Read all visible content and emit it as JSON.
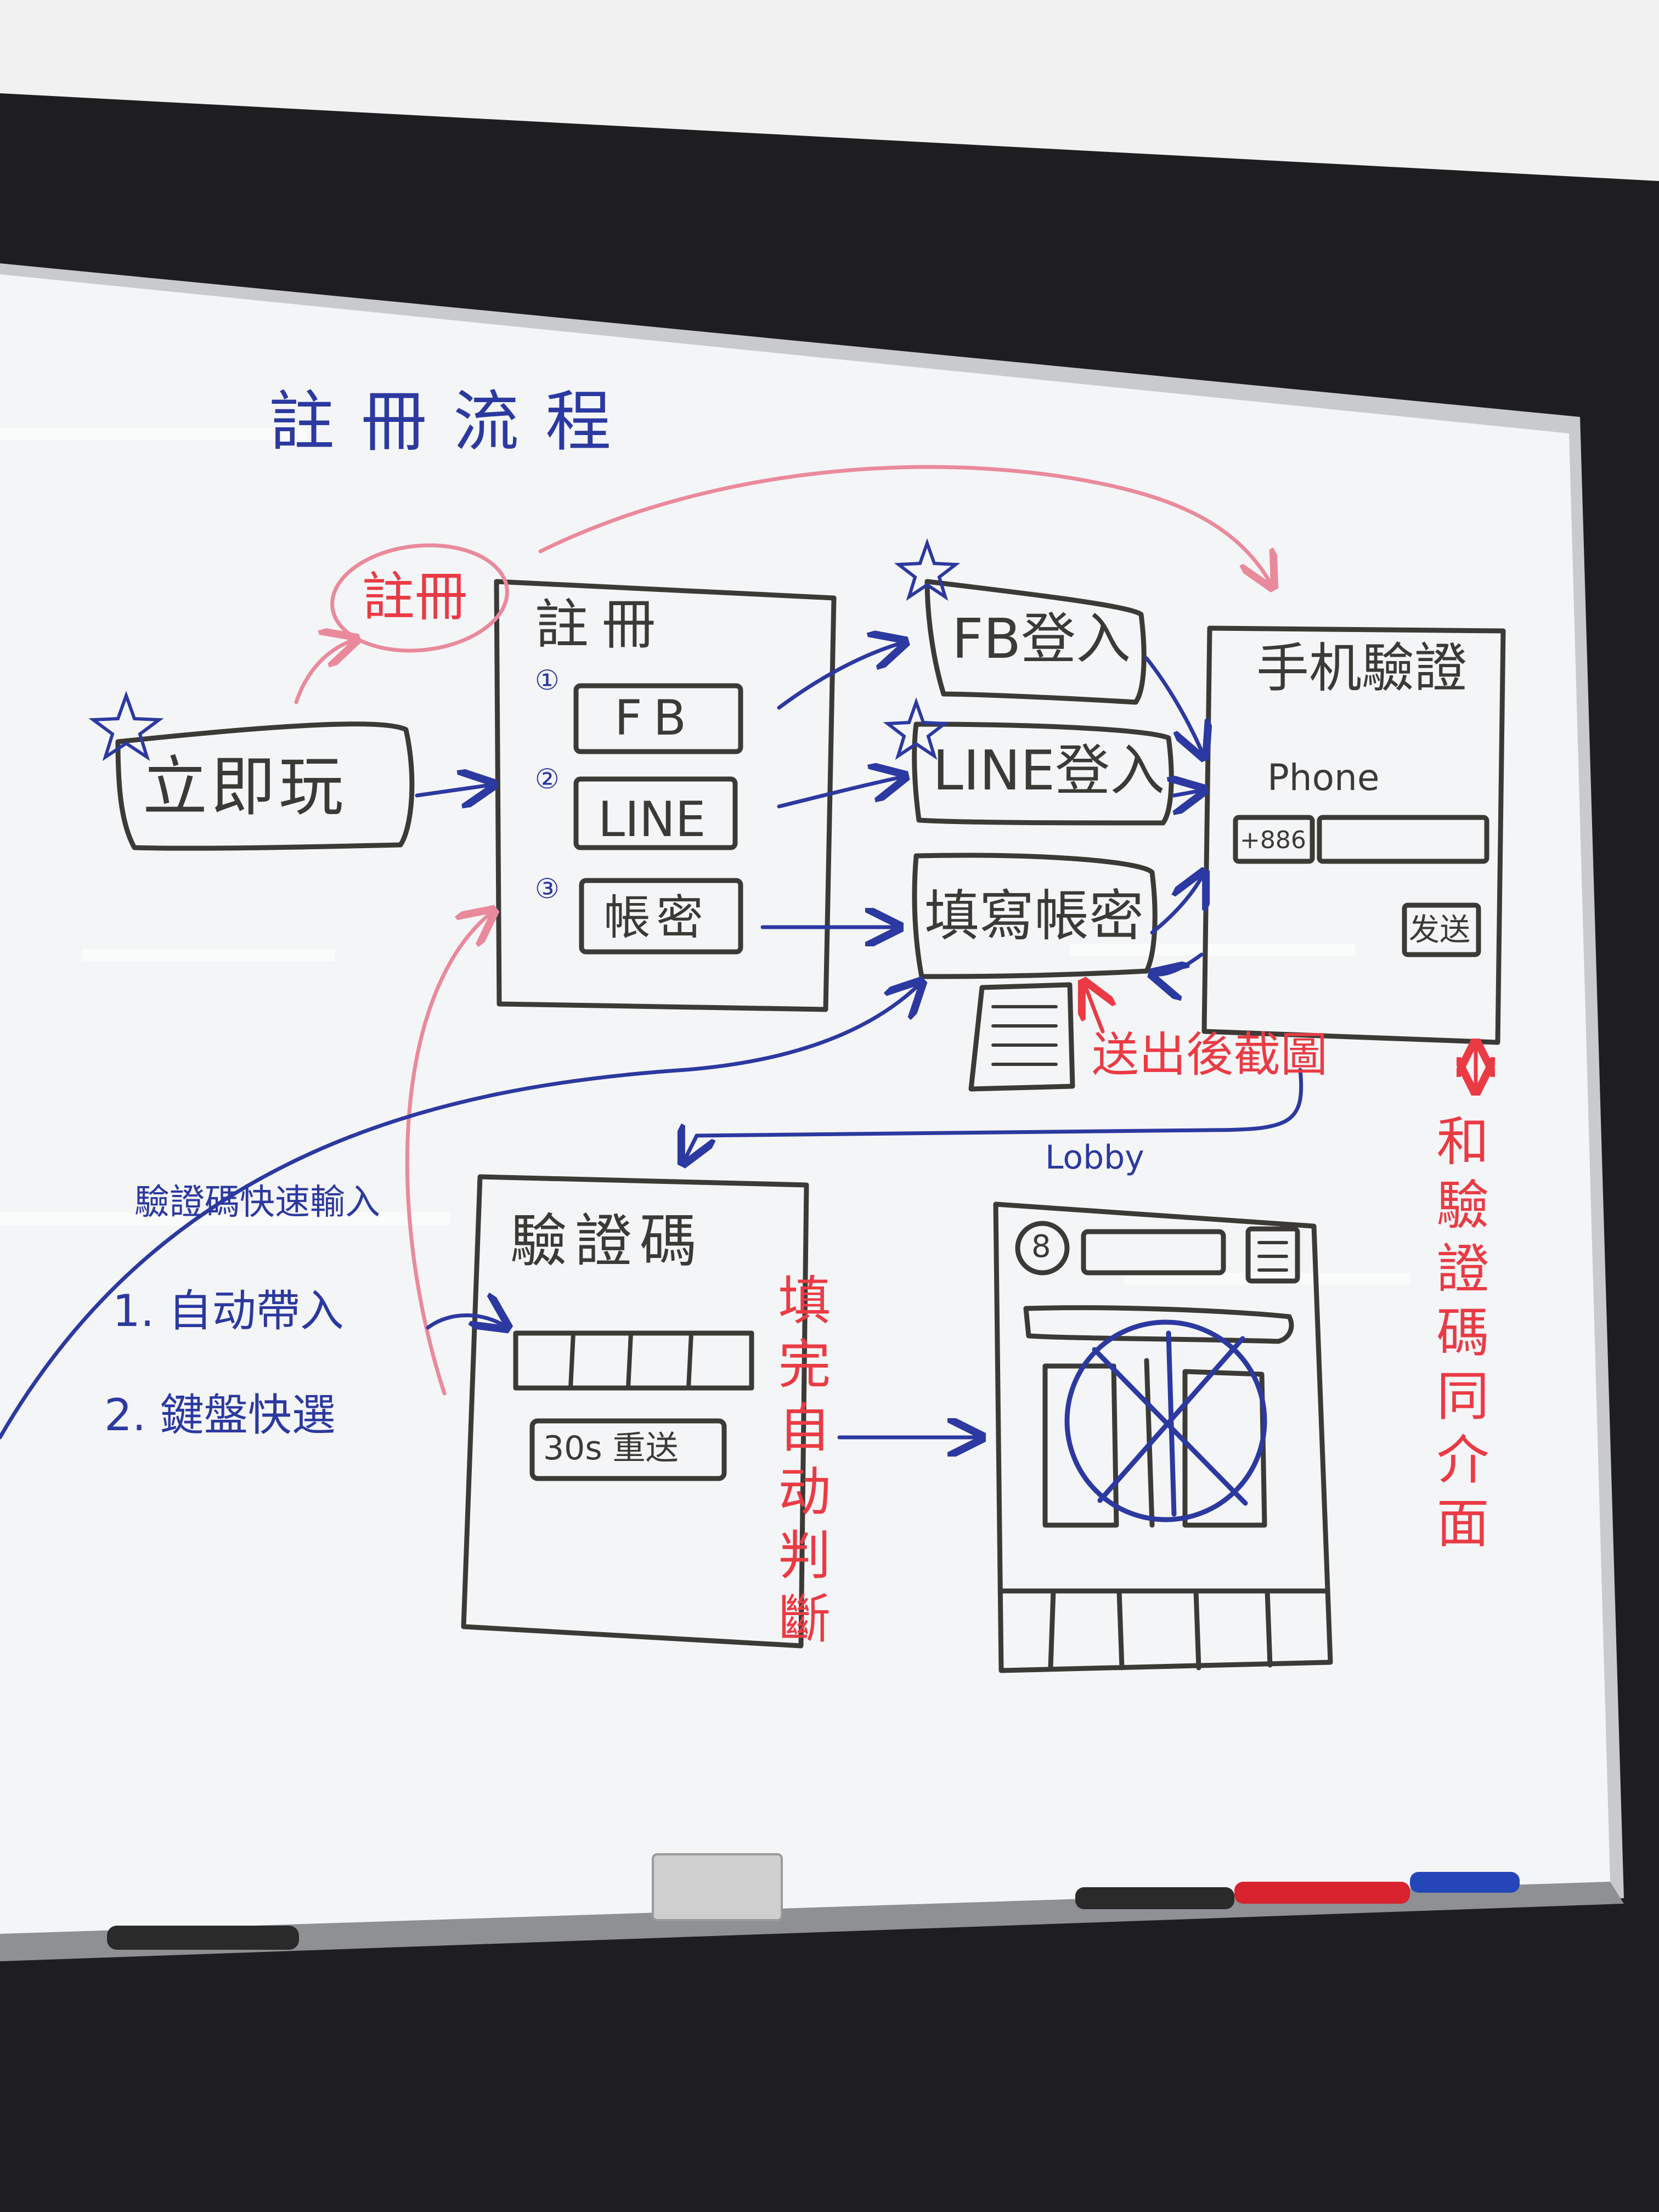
{
  "colors": {
    "wall": "#1e1e20",
    "ceiling": "#f1f1f1",
    "board": "#f4f5f6",
    "frame": "#c8cacd",
    "black_ink": "#3c3a36",
    "blue_ink": "#2c39a0",
    "red_ink": "#ea3b45",
    "pink_ink": "#e98a9c"
  },
  "diagram": {
    "title": "註冊流程",
    "play_now": "立即玩",
    "register_bubble": "註冊",
    "register_box": {
      "title": "註冊",
      "options": [
        {
          "num": "①",
          "label": "FB"
        },
        {
          "num": "②",
          "label": "LINE"
        },
        {
          "num": "③",
          "label": "帳密"
        }
      ]
    },
    "login_fb": "FB登入",
    "login_line": "LINE登入",
    "fill_account": "填寫帳密",
    "phone_verify": {
      "title": "手机驗證",
      "label": "Phone",
      "country_code": "+886",
      "send_button": "发送"
    },
    "screenshot_note": "送出後截圖",
    "verify_code_box": {
      "title": "驗證碼",
      "resend_button": "30s 重送"
    },
    "quick_input": {
      "heading": "驗證碼快速輸入",
      "items": [
        "1. 自动帶入",
        "2. 鍵盤快選"
      ]
    },
    "auto_judge": "填完自动判斷",
    "lobby": {
      "label": "Lobby",
      "avatar_num": "8"
    },
    "same_page_note": "和驗證碼同介面"
  }
}
